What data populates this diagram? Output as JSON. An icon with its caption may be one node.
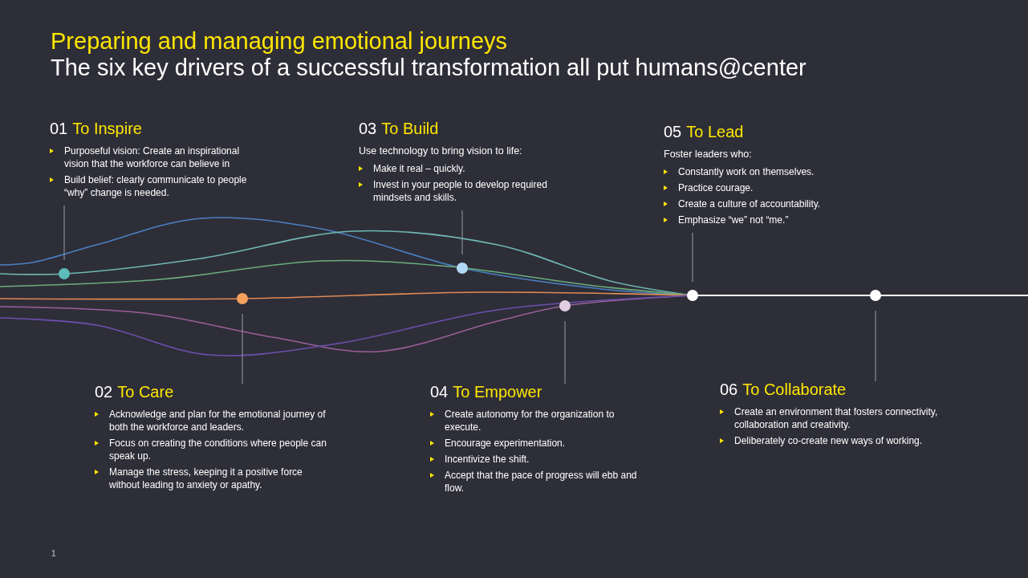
{
  "diagram": {
    "title": "Preparing and managing emotional journeys",
    "nodes": [
      {
        "text": [
          "01",
          "To Inspire",
          "Purposeful vision: Create an inspirational vision that the workforce can believe in",
          "Build belief: clearly communicate to people “why” change is needed."
        ]
      },
      {
        "text": [
          "02",
          "To Care",
          "Acknowledge and plan for the emotional journey of both the workforce and leaders.",
          "Focus on creating the conditions where people can speak up.",
          "Manage the stress, keeping it a positive force without leading to anxiety or apathy."
        ]
      },
      {
        "text": [
          "03",
          "To Build",
          "Use technology to bring vision to life:",
          "Make it real – quickly.",
          "Invest in your people to develop required mindsets and skills."
        ]
      },
      {
        "text": [
          "04",
          "To Empower",
          "Create autonomy for the organization to execute.",
          "Encourage experimentation.",
          "Incentivize the shift.",
          "Accept that the pace of progress will ebb and flow."
        ]
      },
      {
        "text": [
          "05",
          "To Lead",
          "Foster leaders who:",
          "Constantly work on themselves.",
          "Practice courage.",
          "Create a culture of accountability.",
          "Emphasize “we” not “me.”"
        ]
      },
      {
        "text": [
          "06",
          "To Collaborate",
          "Create an environment that fosters connectivity, collaboration and creativity.",
          "Deliberately co-create new ways of working."
        ]
      },
      {
        "text": [],
        "shape": "circle"
      },
      {
        "text": [],
        "shape": "circle"
      },
      {
        "text": [],
        "shape": "circle"
      },
      {
        "text": [],
        "shape": "circle"
      },
      {
        "text": [],
        "shape": "circle"
      },
      {
        "text": [],
        "shape": "circle"
      }
    ],
    "edges": [
      {
        "from": 0,
        "to": 6,
        "arrow": "none"
      },
      {
        "from": 1,
        "to": 7,
        "arrow": "none"
      },
      {
        "from": 2,
        "to": 8,
        "arrow": "none"
      },
      {
        "from": 3,
        "to": 9,
        "arrow": "none"
      },
      {
        "from": 4,
        "to": 10,
        "arrow": "none"
      },
      {
        "from": 5,
        "to": 11,
        "arrow": "none"
      }
    ],
    "labels": [
      "The six key drivers of a successful transformation all put humans@center",
      "1"
    ]
  }
}
